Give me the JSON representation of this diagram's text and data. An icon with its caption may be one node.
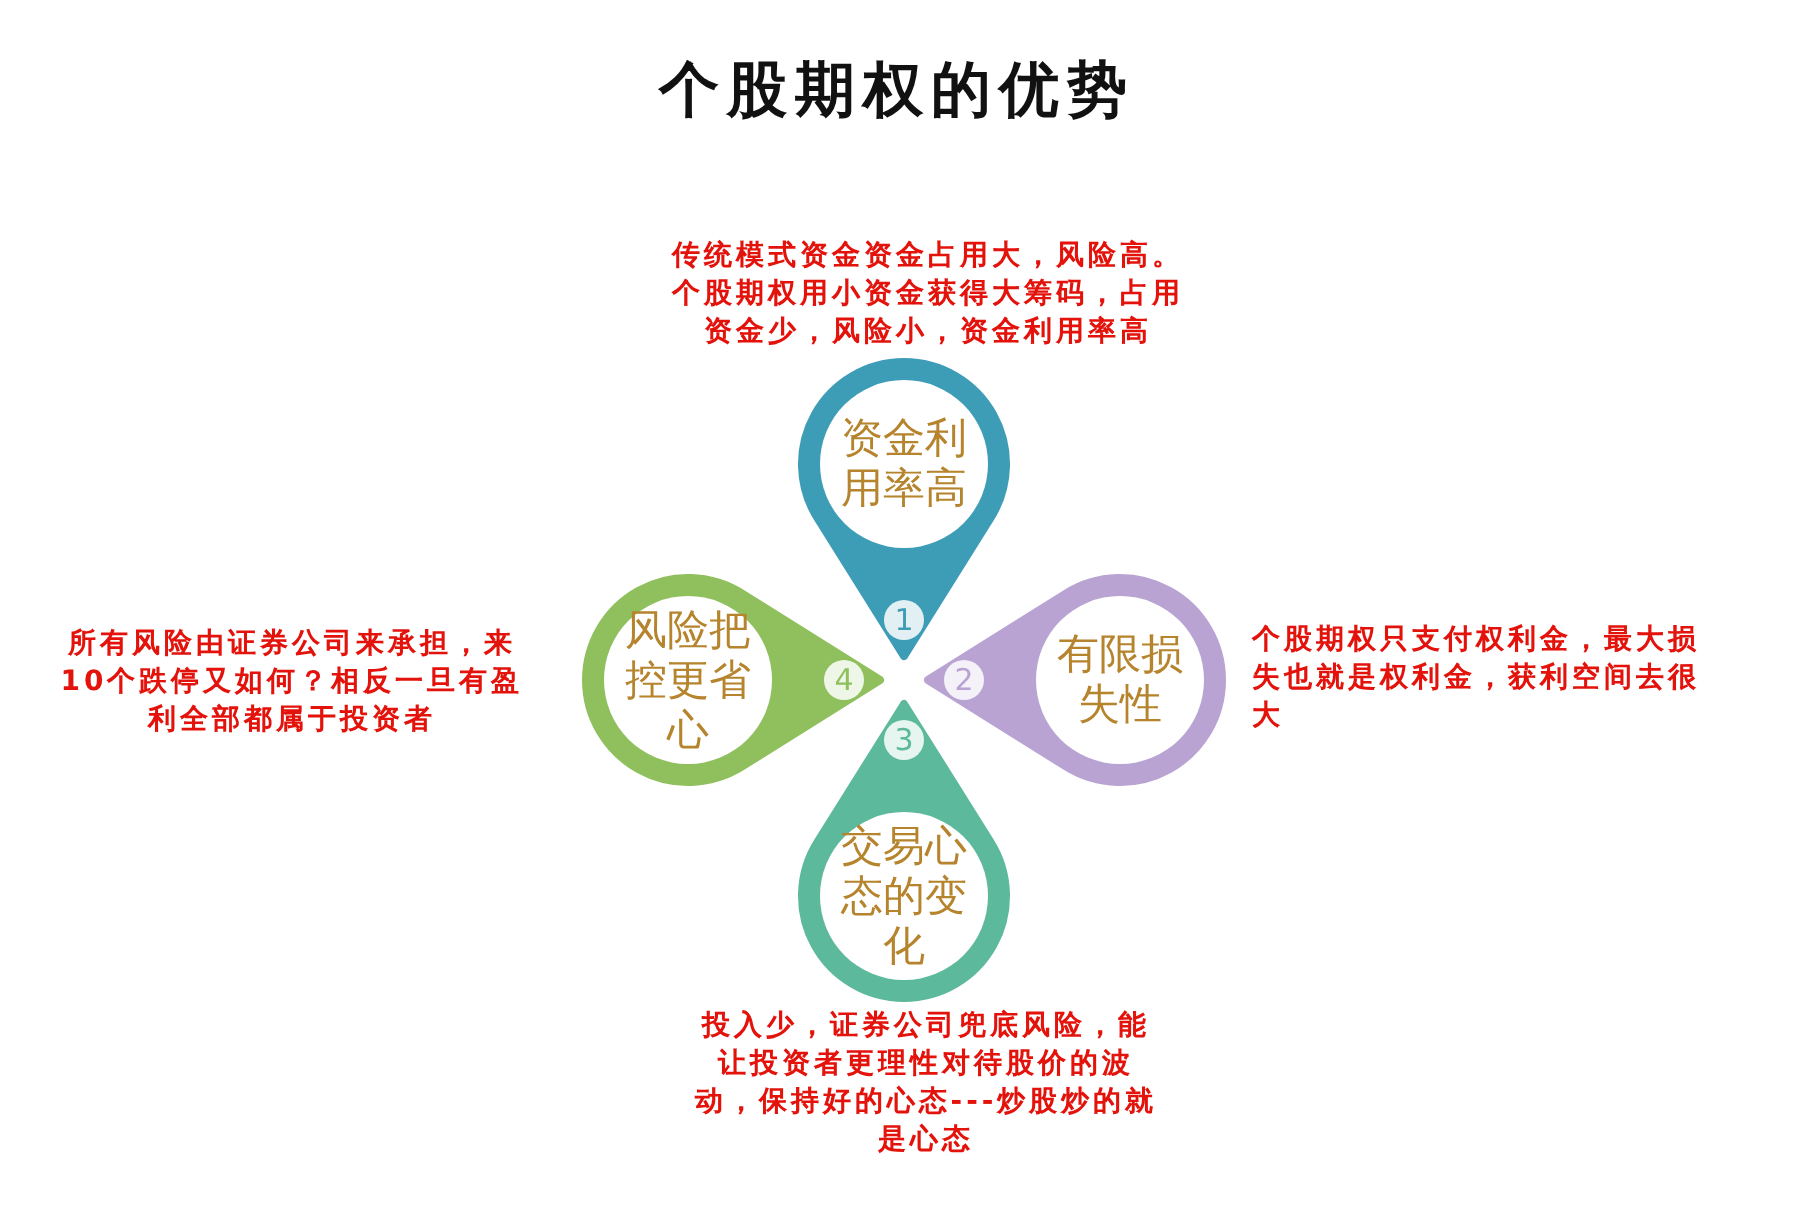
{
  "diagram": {
    "title": "个股期权的优势",
    "nodes": [
      {
        "text": [
          "资金利用率高",
          "1"
        ],
        "beside": [
          "传统模式资金资金占用大，风险高。个股期权用小资金获得大筹码，占用资金少，风险小，资金利用率高"
        ]
      },
      {
        "text": [
          "2",
          "有限损失性"
        ],
        "beside": [
          "个股期权只支付权利金，最大损失也就是权利金，获利空间去很大"
        ]
      },
      {
        "text": [
          "3",
          "交易心态的变化"
        ],
        "beside": [
          "投入少，证券公司兜底风险，能让投资者更理性对待股价的波动，保持好的心态---炒股炒的就是心态"
        ]
      },
      {
        "text": [
          "风险把控更省心",
          "4"
        ],
        "beside": [
          "所有风险由证券公司来承担，来10个跌停又如何？相反一旦有盈利全部都属于投资者"
        ]
      }
    ]
  }
}
